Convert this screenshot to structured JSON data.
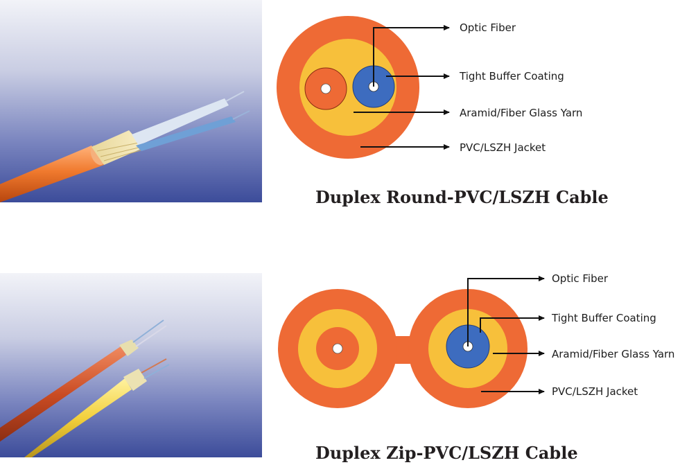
{
  "colors": {
    "jacket": "#ee6a35",
    "yarn": "#f7c03b",
    "buffer": "#3d6cbf",
    "core": "#ffffff",
    "leader": "#111111",
    "photo_top": "#eef0f7",
    "photo_bottom": "#3c4c9a"
  },
  "top_diagram": {
    "title": "Duplex Round-PVC/LSZH Cable",
    "labels": {
      "optic_fiber": "Optic Fiber",
      "tight_buffer": "Tight Buffer Coating",
      "aramid_yarn": "Aramid/Fiber Glass Yarn",
      "jacket": "PVC/LSZH Jacket"
    }
  },
  "bottom_diagram": {
    "title": "Duplex Zip-PVC/LSZH Cable",
    "labels": {
      "optic_fiber": "Optic Fiber",
      "tight_buffer": "Tight Buffer Coating",
      "aramid_yarn": "Aramid/Fiber Glass Yarn",
      "jacket": "PVC/LSZH Jacket"
    }
  }
}
